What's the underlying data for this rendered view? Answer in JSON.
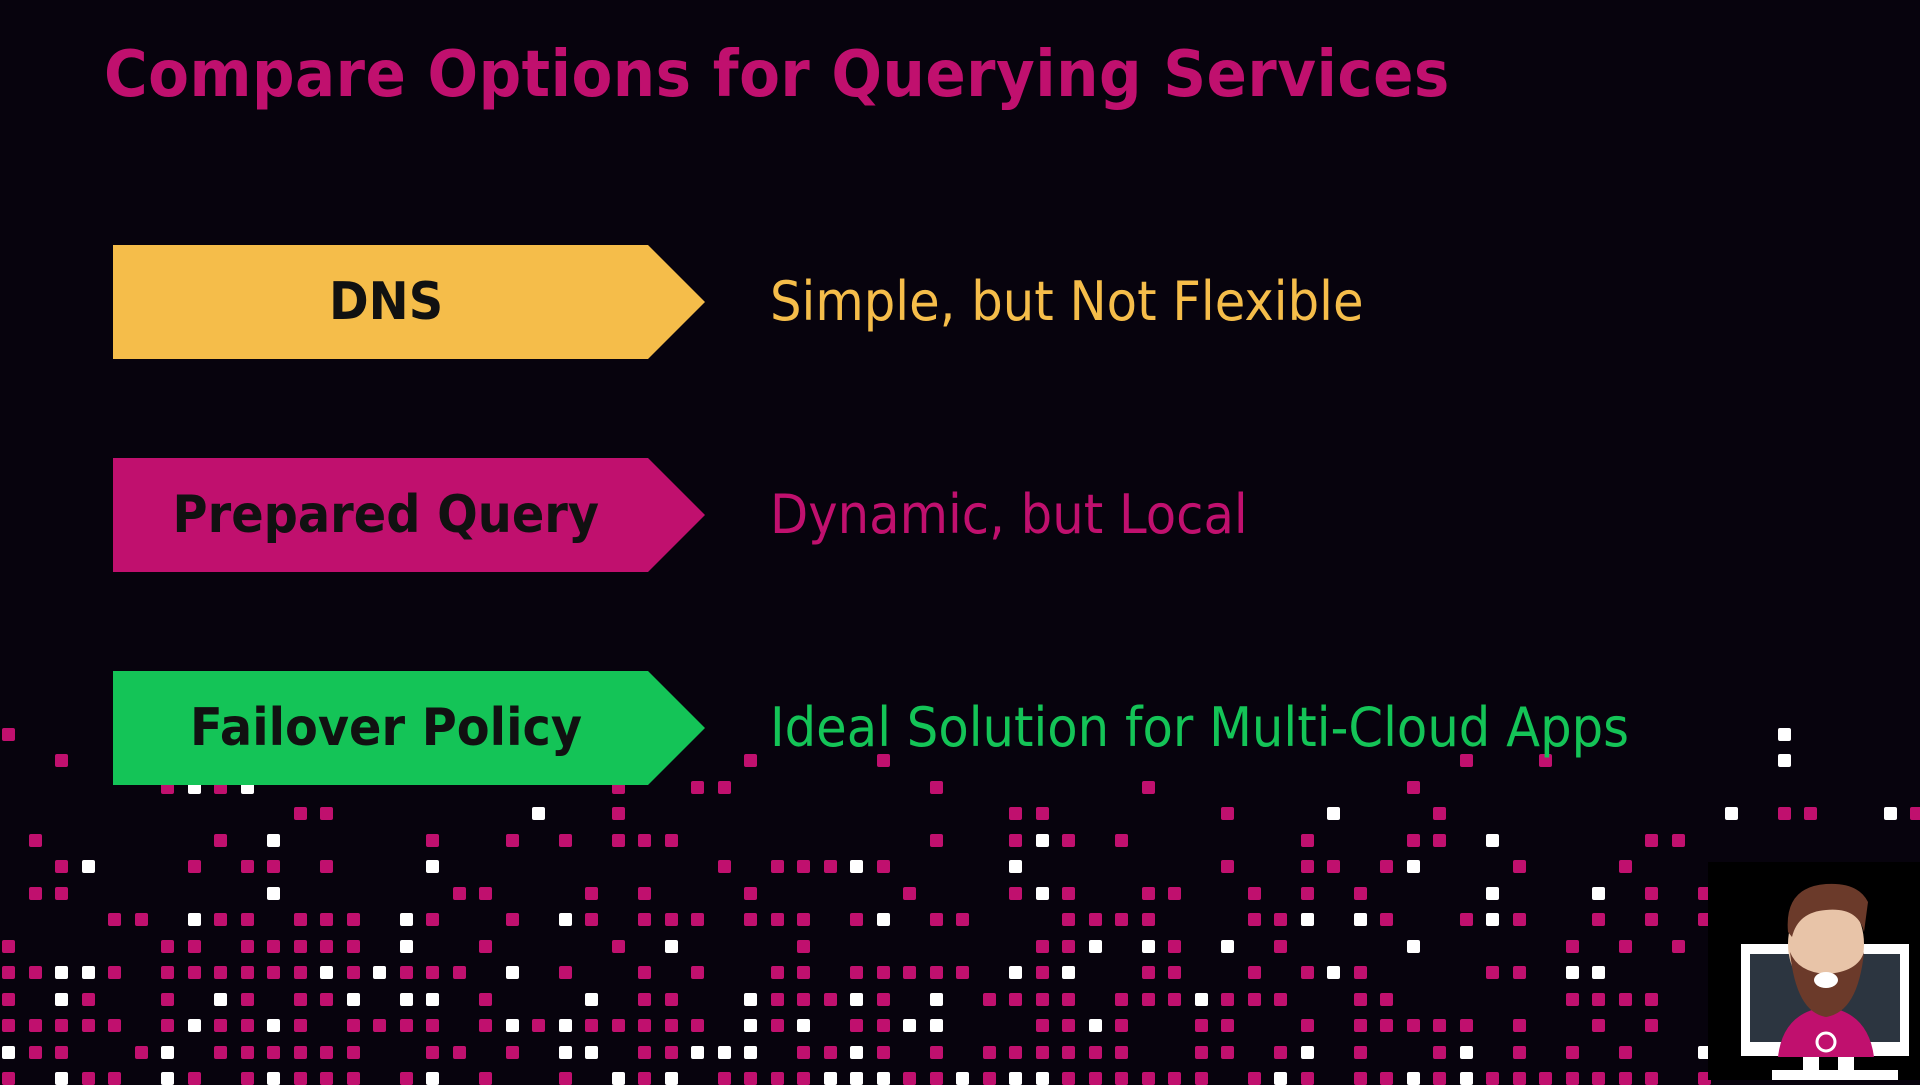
{
  "title": "Compare Options for Querying Services",
  "colors": {
    "background": "#07030d",
    "pink": "#c0106e",
    "yellow": "#f5bd4a",
    "green": "#14c457",
    "white": "#ffffff"
  },
  "options": [
    {
      "label": "DNS",
      "description": "Simple, but Not Flexible",
      "color": "#f5bd4a"
    },
    {
      "label": "Prepared Query",
      "description": "Dynamic, but Local",
      "color": "#c0106e"
    },
    {
      "label": "Failover Policy",
      "description": "Ideal Solution for Multi-Cloud Apps",
      "color": "#14c457"
    }
  ],
  "presenter": {
    "icon": "presenter-avatar-icon"
  }
}
